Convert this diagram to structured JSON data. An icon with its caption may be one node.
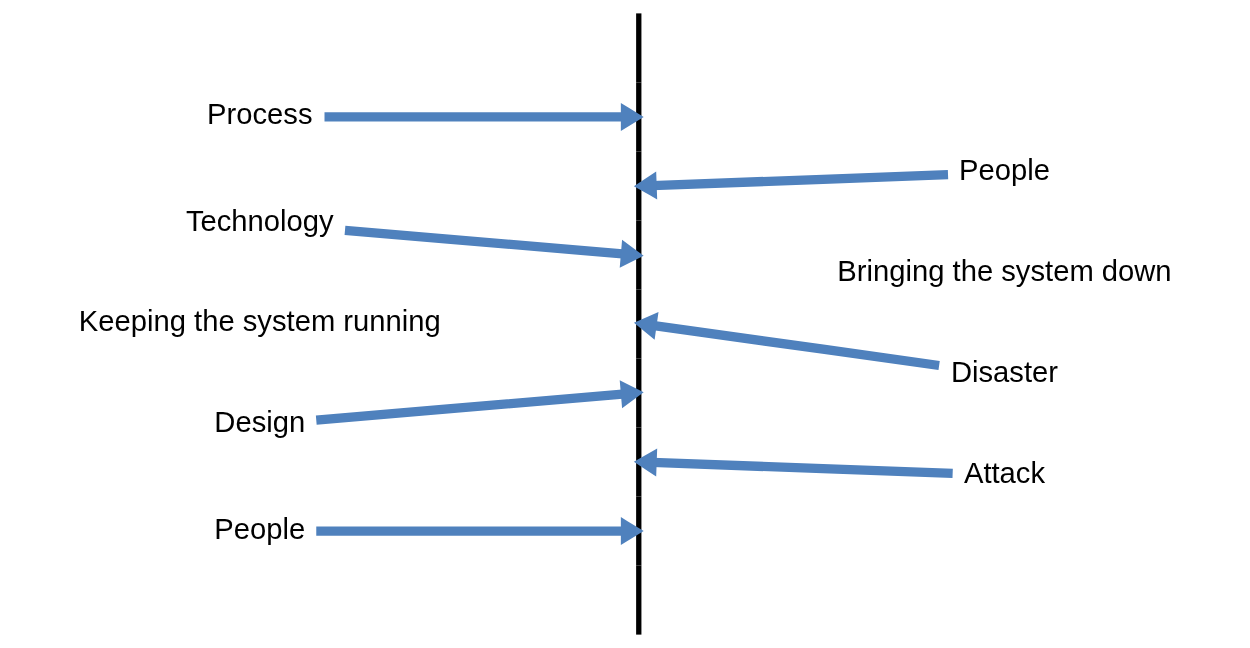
{
  "diagram": {
    "nodes": [
      {
        "text": [
          "Process"
        ]
      },
      {
        "text": [
          "Technology"
        ]
      },
      {
        "text": [
          "Design"
        ]
      },
      {
        "text": [
          "People"
        ]
      },
      {
        "text": [],
        "shape": "bar"
      },
      {
        "text": [
          "People"
        ]
      },
      {
        "text": [
          "Disaster"
        ]
      },
      {
        "text": [
          "Attack"
        ]
      }
    ],
    "edges": [
      {
        "from": 0,
        "to": 4,
        "arrow": "to"
      },
      {
        "from": 1,
        "to": 4,
        "arrow": "to"
      },
      {
        "from": 2,
        "to": 4,
        "arrow": "to"
      },
      {
        "from": 3,
        "to": 4,
        "arrow": "to"
      },
      {
        "from": 5,
        "to": 4,
        "arrow": "to"
      },
      {
        "from": 6,
        "to": 4,
        "arrow": "to"
      },
      {
        "from": 7,
        "to": 4,
        "arrow": "to"
      }
    ],
    "labels": [
      "Keeping the system running",
      "Bringing the system down"
    ]
  }
}
